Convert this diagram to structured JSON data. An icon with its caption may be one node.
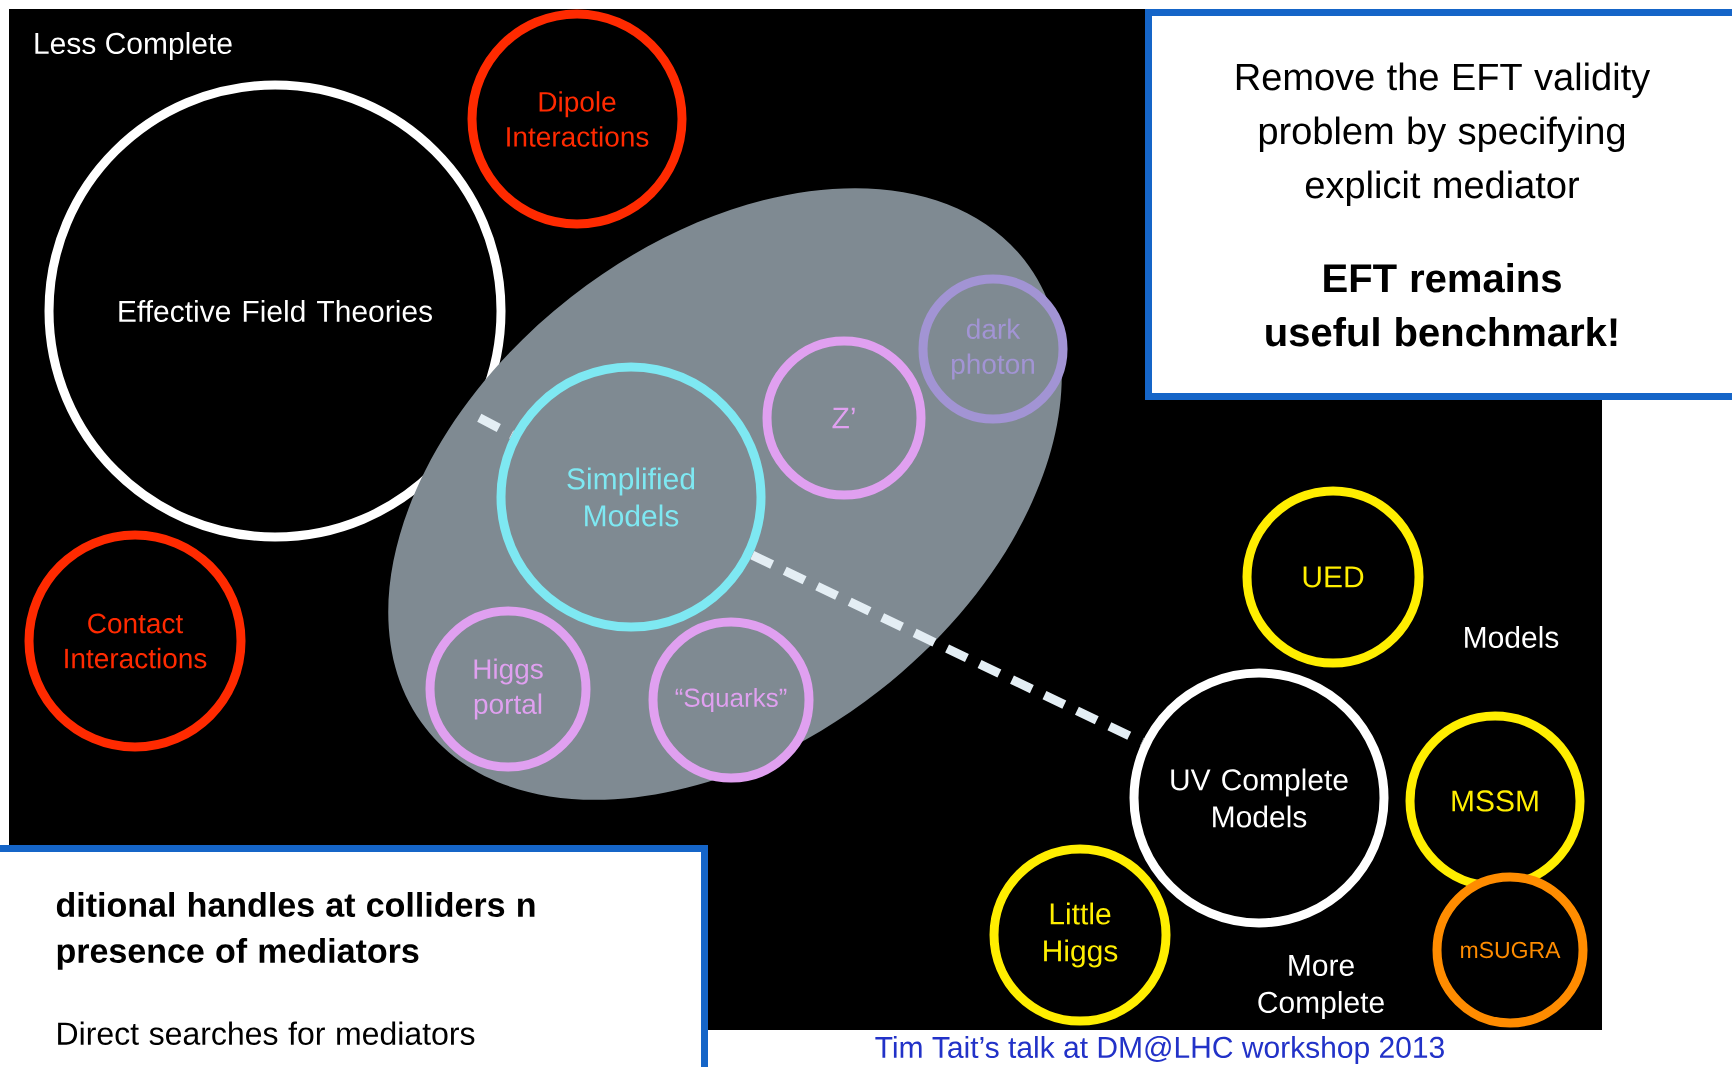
{
  "diagram": {
    "nodes": [
      {
        "text": [
          "Effective Field Theories"
        ]
      },
      {
        "text": [
          "Dipole Interactions"
        ]
      },
      {
        "text": [
          "Contact Interactions"
        ]
      },
      {
        "text": [],
        "shape": "ellipse"
      },
      {
        "text": [
          "Simplified Models"
        ],
        "in": 3
      },
      {
        "text": [
          "Z’"
        ],
        "in": 3
      },
      {
        "text": [
          "dark photon"
        ],
        "in": 3
      },
      {
        "text": [
          "Higgs portal"
        ],
        "in": 3
      },
      {
        "text": [
          "“Squarks”"
        ],
        "in": 3
      },
      {
        "text": [
          "UED"
        ]
      },
      {
        "text": [
          "UV Complete Models"
        ]
      },
      {
        "text": [
          "MSSM"
        ]
      },
      {
        "text": [
          "Little Higgs"
        ]
      },
      {
        "text": [
          "mSUGRA"
        ]
      },
      {
        "text": [
          "Remove the EFT validity problem by specifying explicit mediator",
          "EFT remains useful benchmark!"
        ]
      },
      {
        "text": [
          "ditional handles at colliders n presence of mediators",
          "Direct searches for mediators"
        ]
      }
    ],
    "edges": [
      {
        "from": 0,
        "to": 4,
        "arrow": "none",
        "style": "dashed"
      },
      {
        "from": 4,
        "to": 10,
        "arrow": "none",
        "style": "dashed"
      }
    ],
    "labels": [
      "Less Complete",
      "Models",
      "More Complete",
      "Tim Tait’s talk at DM@LHC workshop 2013"
    ]
  }
}
